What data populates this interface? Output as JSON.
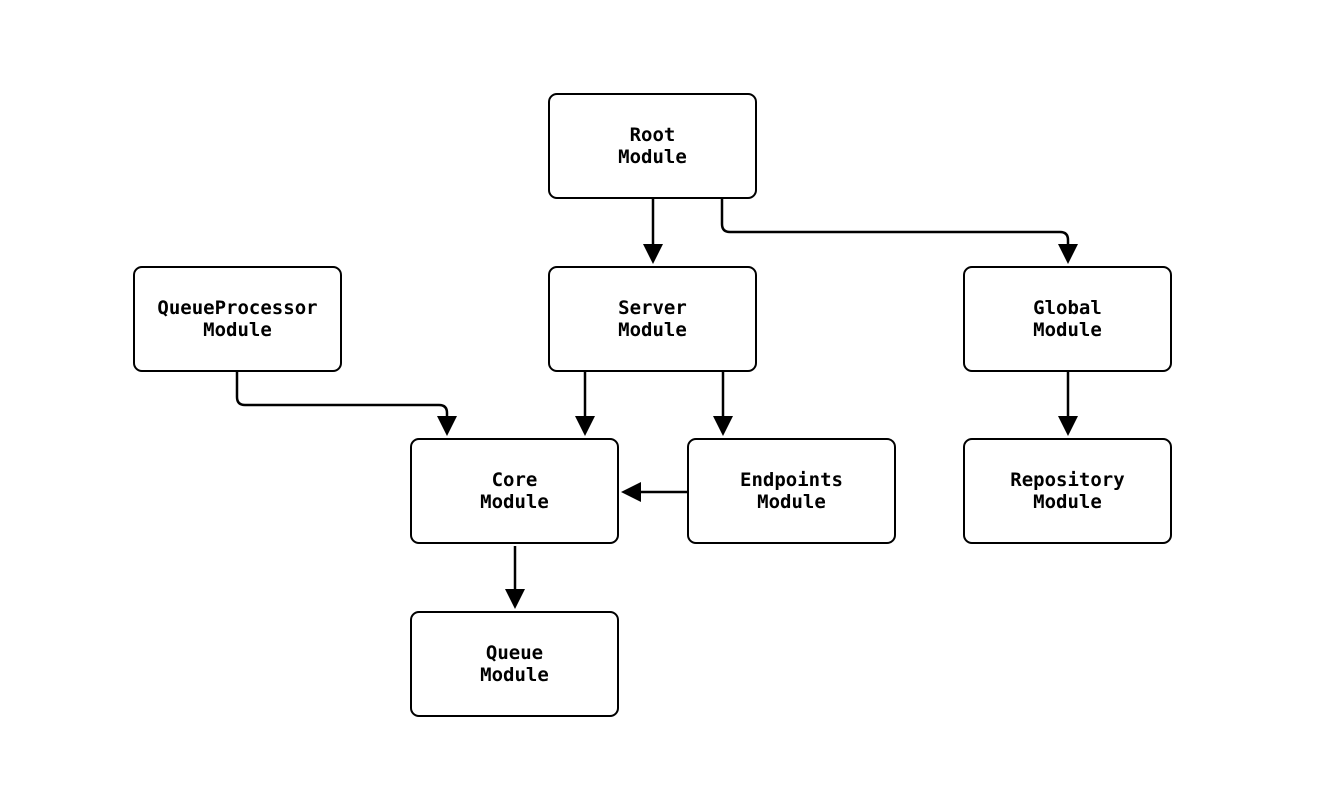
{
  "diagram": {
    "type": "flowchart",
    "direction": "top-down",
    "nodes": [
      {
        "id": "root",
        "label": "Root Module",
        "line1": "Root",
        "line2": "Module"
      },
      {
        "id": "server",
        "label": "Server Module",
        "line1": "Server",
        "line2": "Module"
      },
      {
        "id": "queueprocessor",
        "label": "QueueProcessor Module",
        "line1": "QueueProcessor",
        "line2": "Module"
      },
      {
        "id": "global",
        "label": "Global Module",
        "line1": "Global",
        "line2": "Module"
      },
      {
        "id": "core",
        "label": "Core Module",
        "line1": "Core",
        "line2": "Module"
      },
      {
        "id": "endpoints",
        "label": "Endpoints Module",
        "line1": "Endpoints",
        "line2": "Module"
      },
      {
        "id": "repository",
        "label": "Repository Module",
        "line1": "Repository",
        "line2": "Module"
      },
      {
        "id": "queue",
        "label": "Queue Module",
        "line1": "Queue",
        "line2": "Module"
      }
    ],
    "edges": [
      {
        "from": "Root Module",
        "to": "Server Module",
        "arrow": "filled-triangle"
      },
      {
        "from": "Root Module",
        "to": "Global Module",
        "arrow": "filled-triangle"
      },
      {
        "from": "QueueProcessor Module",
        "to": "Core Module",
        "arrow": "filled-triangle"
      },
      {
        "from": "Server Module",
        "to": "Core Module",
        "arrow": "filled-triangle"
      },
      {
        "from": "Server Module",
        "to": "Endpoints Module",
        "arrow": "filled-triangle"
      },
      {
        "from": "Endpoints Module",
        "to": "Core Module",
        "arrow": "filled-triangle"
      },
      {
        "from": "Core Module",
        "to": "Queue Module",
        "arrow": "filled-triangle"
      },
      {
        "from": "Global Module",
        "to": "Repository Module",
        "arrow": "filled-triangle"
      }
    ],
    "colors": {
      "background": "#ffffff",
      "node_fill": "#ffffff",
      "node_border": "#000000",
      "text": "#000000",
      "arrow": "#000000"
    }
  }
}
